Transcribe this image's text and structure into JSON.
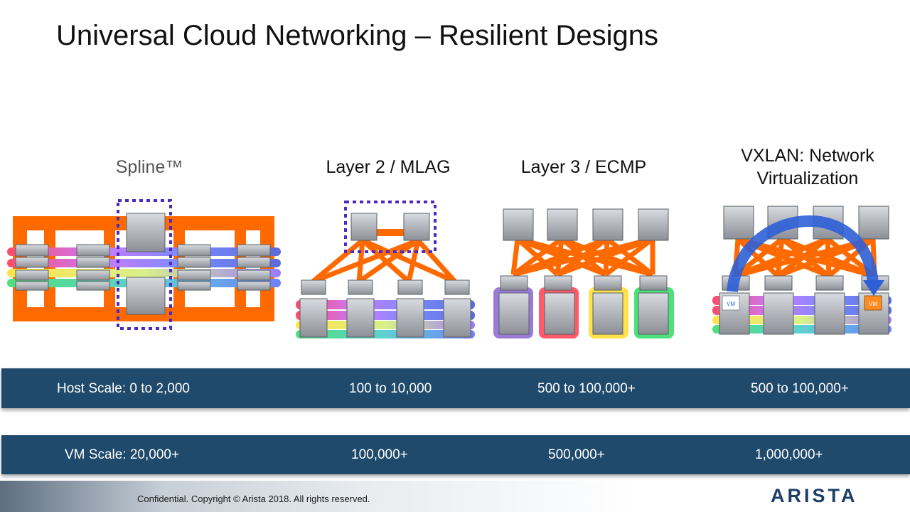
{
  "slide": {
    "title": "Universal Cloud Networking – Resilient Designs"
  },
  "columns": [
    {
      "title": "Spline™"
    },
    {
      "title": "Layer 2 / MLAG"
    },
    {
      "title": "Layer 3 / ECMP"
    },
    {
      "title_line1": "VXLAN: Network",
      "title_line2": "Virtualization"
    }
  ],
  "host_scale": {
    "label": "Host Scale: 0 to 2,000",
    "values": [
      "100 to 10,000",
      "500 to 100,000+",
      "500 to 100,000+"
    ]
  },
  "vm_scale": {
    "label": "VM Scale: 20,000+",
    "values": [
      "100,000+",
      "500,000+",
      "1,000,000+"
    ]
  },
  "vm_badges": [
    "VM",
    "VM"
  ],
  "footer": {
    "legal": "Confidential. Copyright © Arista 2018. All rights reserved.",
    "logo": "ARISTA"
  },
  "colors": {
    "band": "#1f4a6b",
    "link_orange": "#ff6a00",
    "arrow_blue": "#2d5fd6",
    "dash_purple": "#4b2bbf"
  }
}
